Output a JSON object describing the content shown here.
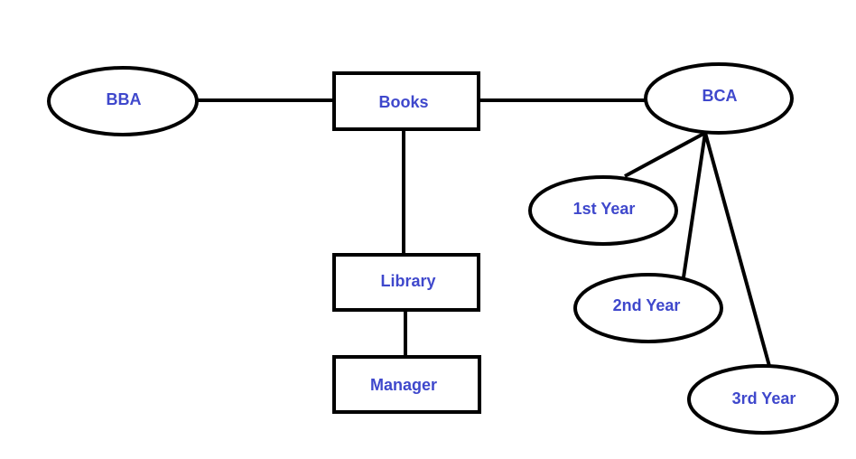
{
  "diagram": {
    "label_color": "#3f48cc",
    "line_color": "#000000",
    "nodes": {
      "books": {
        "label": "Books",
        "shape": "rectangle"
      },
      "library": {
        "label": "Library",
        "shape": "rectangle"
      },
      "manager": {
        "label": "Manager",
        "shape": "rectangle"
      },
      "bba": {
        "label": "BBA",
        "shape": "ellipse"
      },
      "bca": {
        "label": "BCA",
        "shape": "ellipse"
      },
      "year1": {
        "label": "1st Year",
        "shape": "ellipse"
      },
      "year2": {
        "label": "2nd Year",
        "shape": "ellipse"
      },
      "year3": {
        "label": "3rd Year",
        "shape": "ellipse"
      }
    },
    "edges": [
      {
        "from": "bba",
        "to": "books"
      },
      {
        "from": "books",
        "to": "bca"
      },
      {
        "from": "books",
        "to": "library"
      },
      {
        "from": "library",
        "to": "manager"
      },
      {
        "from": "bca",
        "to": "year1"
      },
      {
        "from": "bca",
        "to": "year2"
      },
      {
        "from": "bca",
        "to": "year3"
      }
    ]
  }
}
